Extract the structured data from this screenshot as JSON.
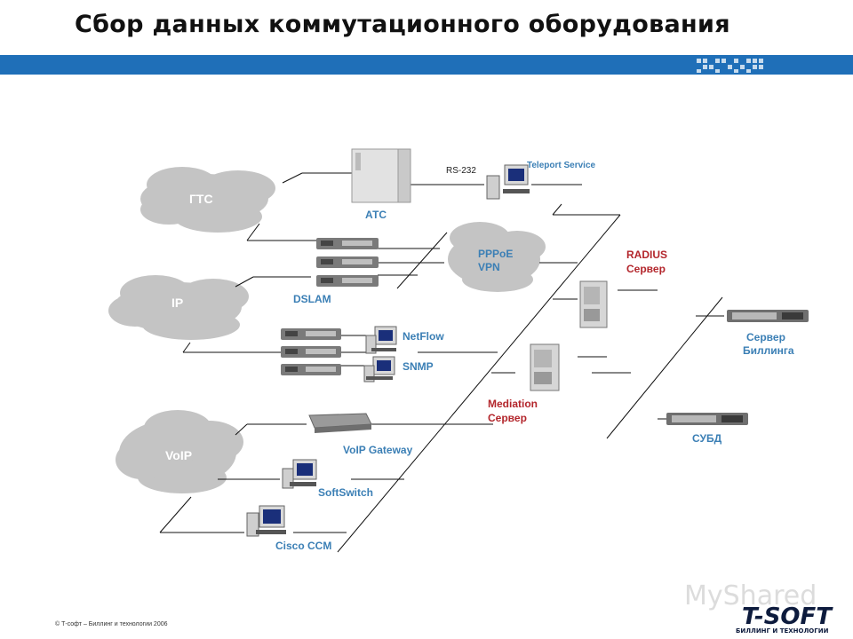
{
  "page": {
    "title": "Сбор данных коммутационного оборудования"
  },
  "clouds": {
    "gts": "ГТС",
    "ip": "IP",
    "voip": "VoIP"
  },
  "labels": {
    "atc": "АТС",
    "rs232": "RS-232",
    "teleport": "Teleport Service",
    "pppoe_line1": "PPPoE",
    "pppoe_line2": "VPN",
    "dslam": "DSLAM",
    "netflow": "NetFlow",
    "snmp": "SNMP",
    "radius_line1": "RADIUS",
    "radius_line2": "Сервер",
    "mediation_line1": "Mediation",
    "mediation_line2": "Сервер",
    "billing_line1": "Сервер",
    "billing_line2": "Биллинга",
    "dbms": "СУБД",
    "voip_gateway": "VoIP Gateway",
    "softswitch": "SoftSwitch",
    "cisco_ccm": "Cisco CCM"
  },
  "footer": {
    "copyright": "© Т-софт – Биллинг и технологии 2006"
  },
  "logo": {
    "main": "T-SOFT",
    "sub": "БИЛЛИНГ И ТЕХНОЛОГИИ"
  },
  "watermark": {
    "text": "MyShared"
  },
  "colors": {
    "band": "#1f6fb8",
    "label_blue": "#3b7fb5",
    "label_red": "#b3262c",
    "cloud": "#c4c4c4"
  }
}
